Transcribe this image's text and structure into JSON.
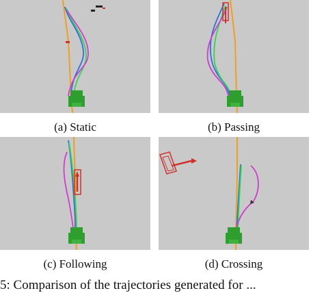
{
  "figure": {
    "panels": [
      {
        "id": "a",
        "caption": "(a) Static"
      },
      {
        "id": "b",
        "caption": "(b) Passing"
      },
      {
        "id": "c",
        "caption": "(c) Following"
      },
      {
        "id": "d",
        "caption": "(d) Crossing"
      }
    ],
    "caption_fragment": "5: Comparison of the trajectories generated for ..."
  },
  "colors": {
    "background": "#c9c9c9",
    "reference_path": "#f0a020",
    "trajectory_blue": "#2f6fe0",
    "trajectory_green": "#2fd84a",
    "trajectory_magenta": "#d23bd2",
    "obstacle": "#d0302a",
    "vehicle": "#2e9e2e"
  }
}
